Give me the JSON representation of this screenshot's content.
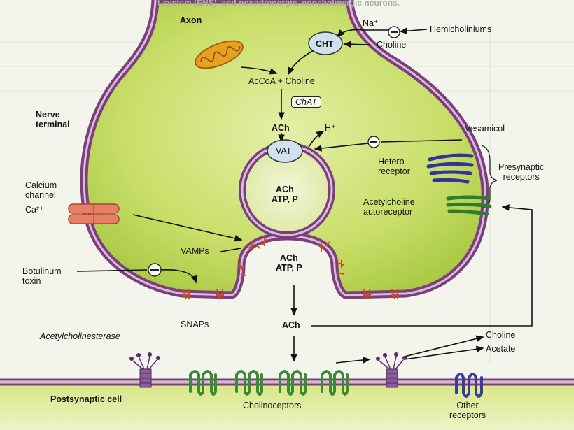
{
  "header_fragment": "t system (ENS), and nonadrenergic, noncholinergic neurons.",
  "labels": {
    "axon": "Axon",
    "nerve_terminal": "Nerve\nterminal",
    "na": "Na⁺",
    "cht": "CHT",
    "hemicholiniums": "Hemicholiniums",
    "choline_top": "Choline",
    "accoa": "AcCoA + Choline",
    "chat": "ChAT",
    "ach_1": "ACh",
    "h": "H⁺",
    "vesamicol": "Vesamicol",
    "vat": "VAT",
    "ach_vesicle": "ACh\nATP, P",
    "heteroreceptor": "Hetero-\nreceptor",
    "presynaptic": "Presynaptic\nreceptors",
    "ach_autoreceptor": "Acetylcholine\nautoreceptor",
    "calcium_channel": "Calcium\nchannel",
    "ca": "Ca²⁺",
    "vamps": "VAMPs",
    "ach_fused": "ACh\nATP, P",
    "botulinum": "Botulinum\ntoxin",
    "snaps": "SNAPs",
    "ach_cleft": "ACh",
    "acetylcholinesterase": "Acetylcholinesterase",
    "choline_out": "Choline",
    "acetate": "Acetate",
    "postsynaptic": "Postsynaptic cell",
    "cholinoceptors": "Cholinoceptors",
    "other_receptors": "Other\nreceptors"
  },
  "colors": {
    "membrane": "#7a3f7c",
    "cytoplasm_center": "#d8e88a",
    "cytoplasm_edge": "#9fbf3a",
    "mitochondrion": "#e39320",
    "ca_channel": "#e4735a",
    "snare": "#d24a1c",
    "heteroreceptor": "#3b3b9a",
    "autoreceptor": "#2e7d2e",
    "cholinoceptor": "#3a8a36",
    "transporter": "#c9ddee"
  }
}
